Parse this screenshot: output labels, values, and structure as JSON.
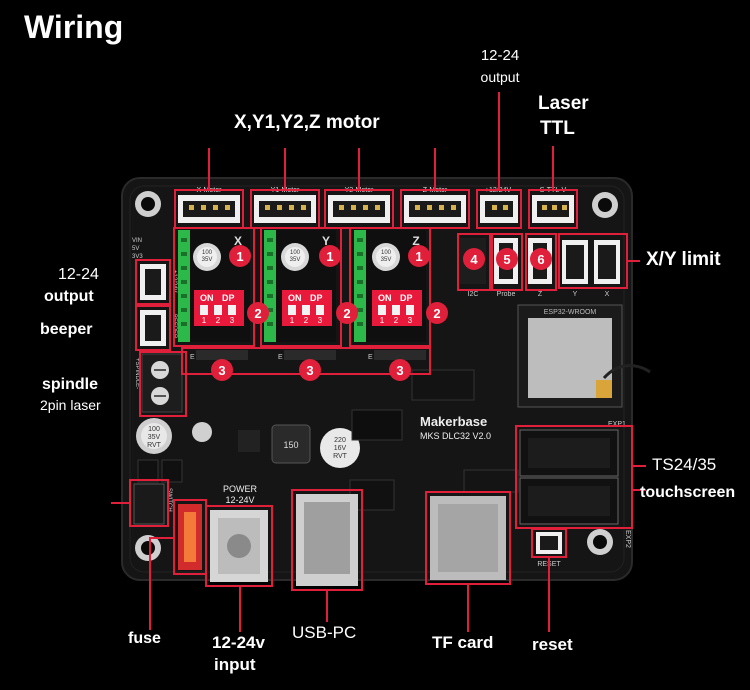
{
  "title": "Wiring",
  "labels": {
    "motor": "X,Y1,Y2,Z motor",
    "out_top_1": "12-24",
    "out_top_2": "output",
    "laser_1": "Laser",
    "laser_2": "TTL",
    "xy_limit": "X/Y limit",
    "out_left_1": "12-24",
    "out_left_2": "output",
    "beeper": "beeper",
    "spindle_1": "spindle",
    "spindle_2": "2pin laser",
    "ts_1": "TS24/35",
    "ts_2": "touchscreen",
    "fuse": "fuse",
    "input_1": "12-24v",
    "input_2": "input",
    "usb": "USB-PC",
    "tf": "TF card",
    "reset": "reset"
  },
  "badges": [
    "1",
    "1",
    "1",
    "2",
    "2",
    "2",
    "3",
    "3",
    "3",
    "4",
    "5",
    "6"
  ],
  "board": {
    "header_labels": [
      "X-Motor",
      "Y1-Motor",
      "Y2-Motor",
      "Z-Motor",
      "+12/24V-",
      "S-TTL-V"
    ],
    "driver_letters": [
      "X",
      "Y",
      "Z"
    ],
    "dip_on": "ON",
    "dip_dp": "DP",
    "dip_numbers": [
      "1",
      "2",
      "3"
    ],
    "cap_text": [
      "100",
      "35V",
      "RVT"
    ],
    "brand": "Makerbase",
    "model": "MKS DLC32 V2.0",
    "power_label": "POWER",
    "power_voltage": "12-24V",
    "ic_inductor": "150",
    "ic_cap": [
      "220",
      "16V",
      "RVT"
    ],
    "silk_i2c": "I2C",
    "silk_probe": "Probe",
    "silk_z": "Z",
    "silk_y": "Y",
    "silk_x": "X",
    "silk_exp1": "EXP1",
    "silk_exp2": "EXP2",
    "silk_switch": "SWITCH",
    "silk_reset": "RESET",
    "silk_side": [
      "VIN",
      "5V",
      "3V3"
    ],
    "silk_left_hdr": [
      "+12/24V-",
      "BEEPER",
      "+SPINDLE-"
    ],
    "silk_e": [
      "E",
      "E",
      "E"
    ],
    "wifi_text": "ESP32-WROOM"
  },
  "colors": {
    "background": "#000000",
    "callout": "#e0203a",
    "board": "#161616",
    "driver_green": "#2db84a",
    "dip_red": "#e8193a",
    "header_white": "#f2f2f2"
  }
}
